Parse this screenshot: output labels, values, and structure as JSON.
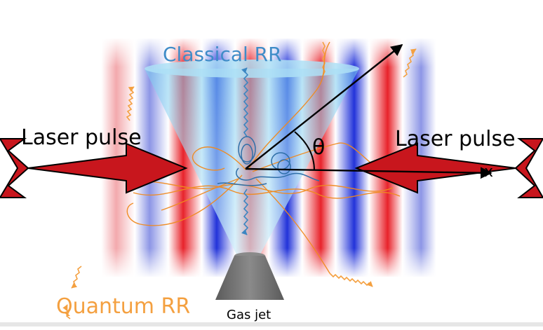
{
  "labels": {
    "classical_rr": "Classical RR",
    "quantum_rr": "Quantum RR",
    "laser_left": "Laser pulse",
    "laser_right": "Laser pulse",
    "theta": "θ",
    "x_axis": "x",
    "gas_jet": "Gas jet"
  },
  "colors": {
    "field_red": "#e8232b",
    "field_blue": "#2233d9",
    "laser_fill": "#c8161d",
    "cone": "#8fd6f2",
    "classical": "#3b86c2",
    "quantum": "#f4a040",
    "nozzle": "#6d6d6d"
  }
}
